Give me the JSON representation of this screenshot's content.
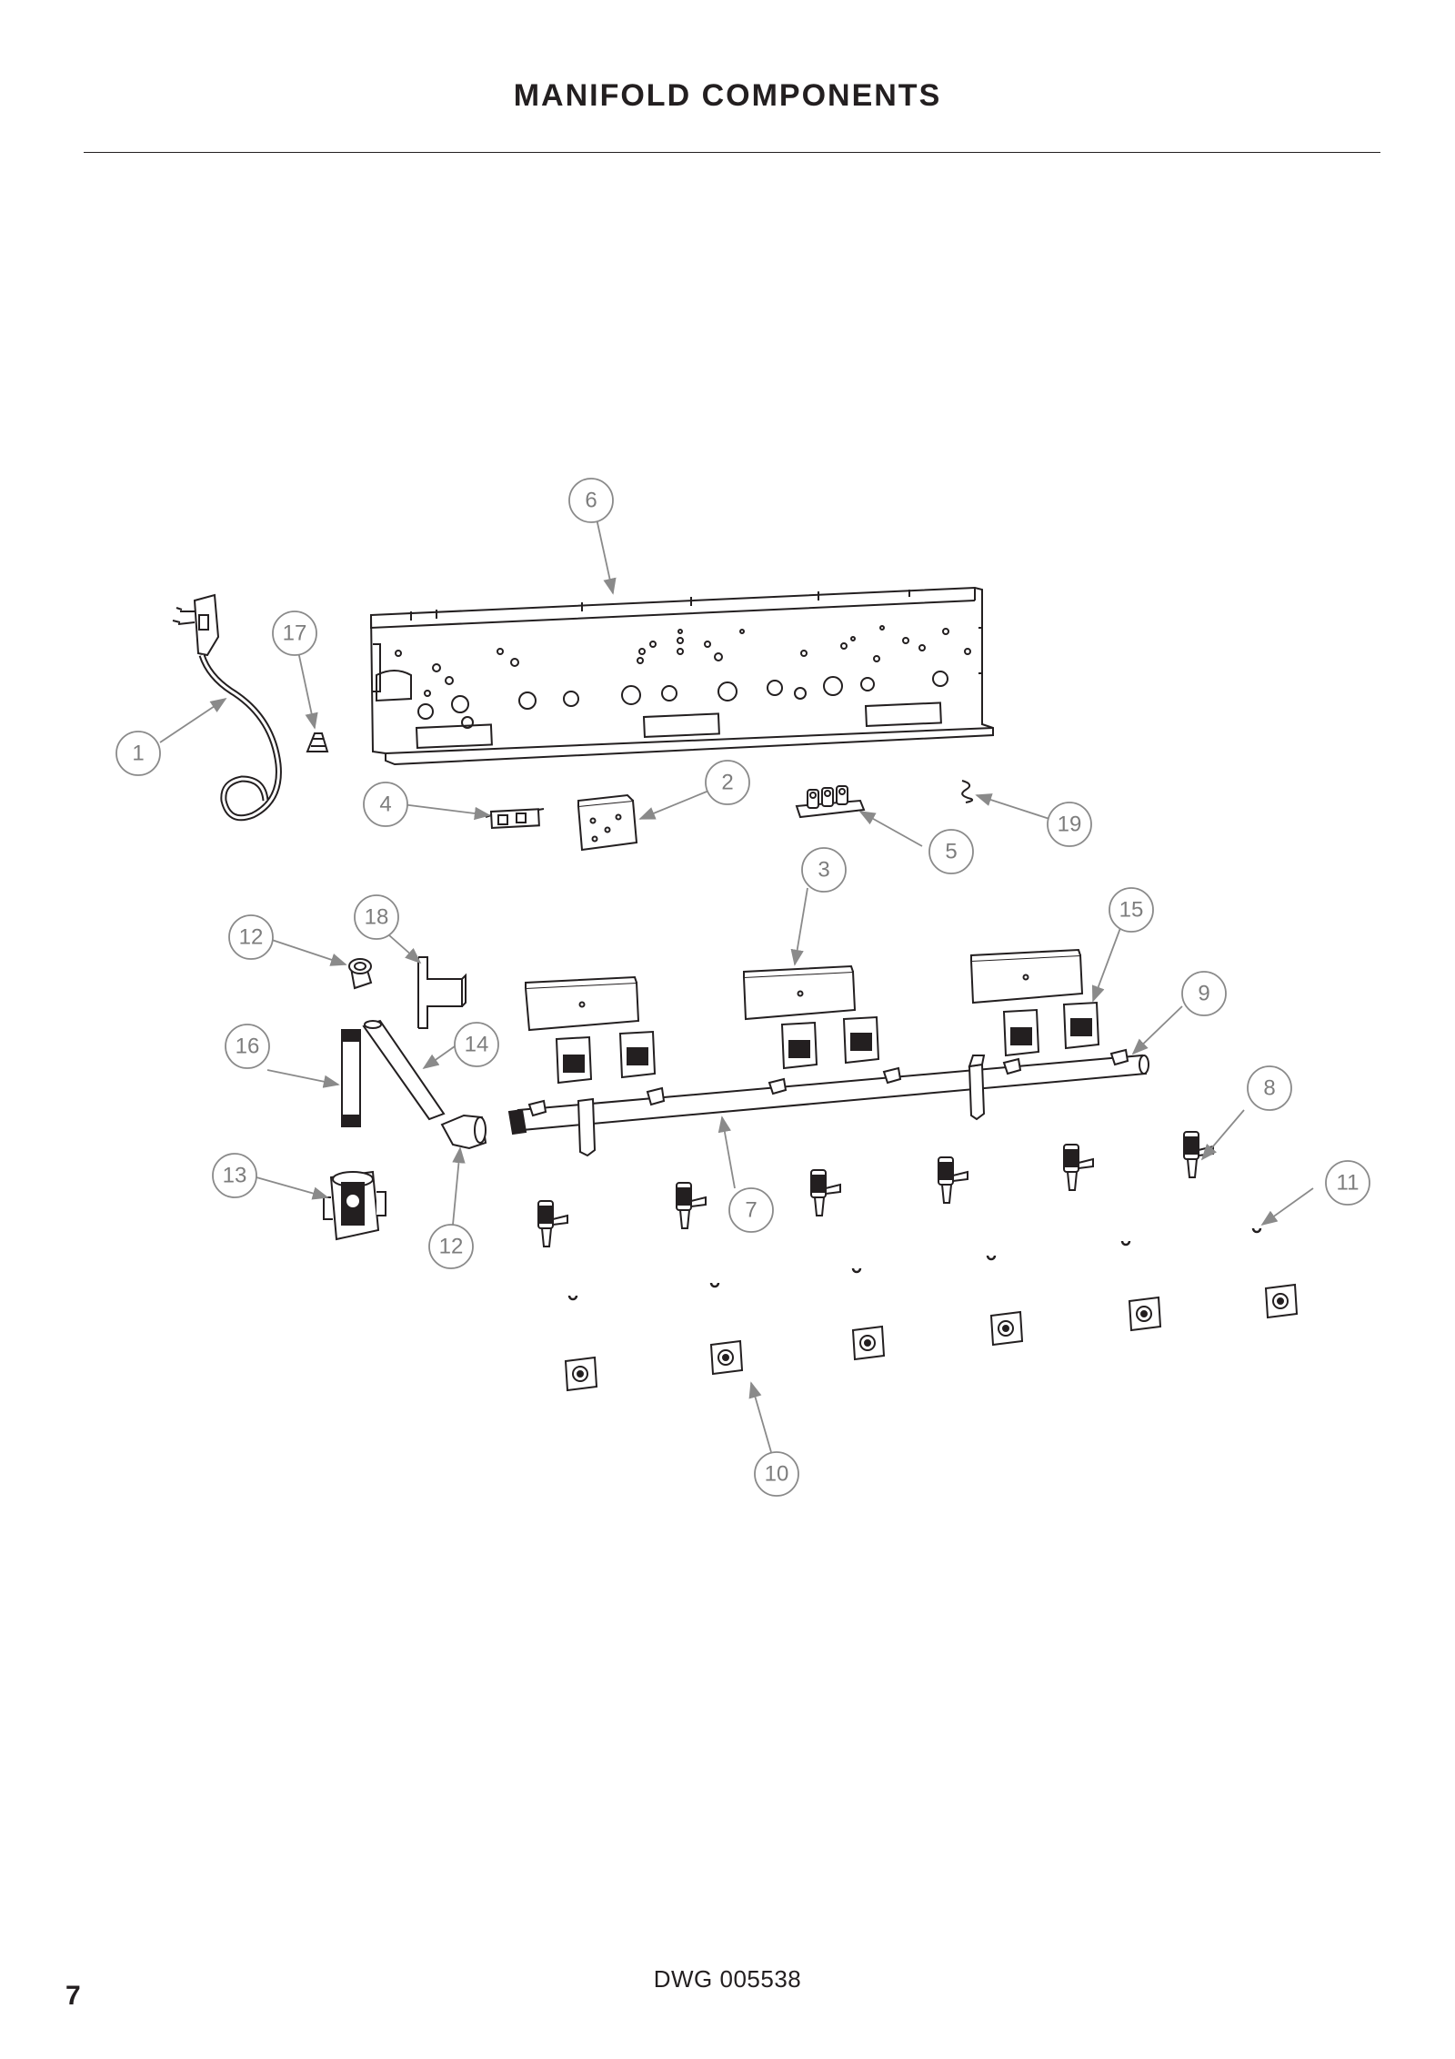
{
  "page": {
    "title": "MANIFOLD COMPONENTS",
    "drawing_number": "DWG 005538",
    "page_number": "7"
  },
  "callouts": [
    {
      "number": "1"
    },
    {
      "number": "2"
    },
    {
      "number": "3"
    },
    {
      "number": "4"
    },
    {
      "number": "5"
    },
    {
      "number": "6"
    },
    {
      "number": "7"
    },
    {
      "number": "8"
    },
    {
      "number": "9"
    },
    {
      "number": "10"
    },
    {
      "number": "11"
    },
    {
      "number": "12"
    },
    {
      "number": "12"
    },
    {
      "number": "13"
    },
    {
      "number": "14"
    },
    {
      "number": "15"
    },
    {
      "number": "16"
    },
    {
      "number": "17"
    },
    {
      "number": "18"
    },
    {
      "number": "19"
    }
  ],
  "colors": {
    "ink": "#231f20",
    "callout": "#7d7d7d"
  }
}
